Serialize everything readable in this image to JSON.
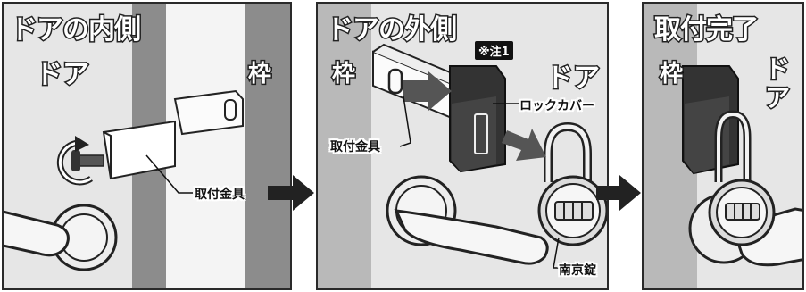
{
  "panels": {
    "inside": {
      "title": "ドアの内側",
      "door": "ドア",
      "frame": "枠",
      "bracket": "取付金具"
    },
    "outside": {
      "title": "ドアの外側",
      "frame": "枠",
      "door": "ドア",
      "note": "※注1",
      "lock_cover": "ロックカバー",
      "bracket": "取付金具",
      "padlock": "南京錠"
    },
    "done": {
      "title": "取付完了",
      "frame": "枠",
      "door_top": "ド",
      "door_bottom": "ア"
    }
  },
  "icons": [
    "rotate-arrow-icon",
    "step-arrow-icon"
  ],
  "colors": {
    "panel_bg": "#e6e6e6",
    "frame_strip": "#8a8a8a",
    "ink": "#222222"
  }
}
